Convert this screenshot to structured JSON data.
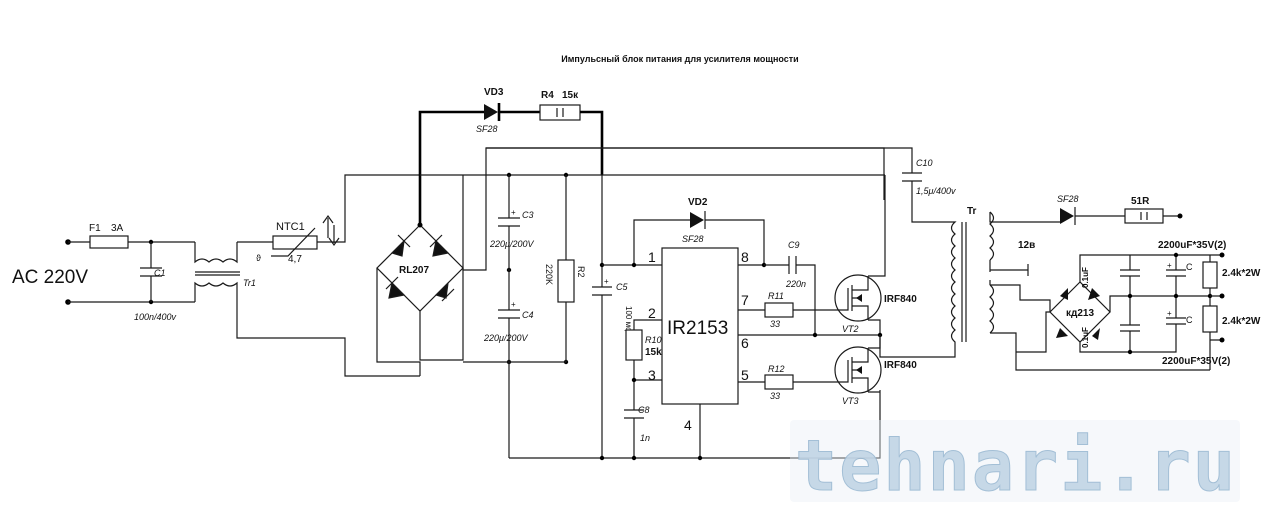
{
  "title": "Импульсный блок питания для усилителя мощности",
  "watermark": "tehnari.ru",
  "input": {
    "label": "AC 220V"
  },
  "fuse": {
    "name": "F1",
    "value": "3A"
  },
  "c1": {
    "name": "C1",
    "value": "100n/400v"
  },
  "tr1": {
    "name": "Tr1"
  },
  "ntc": {
    "name": "NTC1",
    "value": "4,7",
    "sym": "ϑ"
  },
  "bridge": {
    "name": "RL207"
  },
  "vd3": {
    "name": "VD3",
    "value": "SF28"
  },
  "r4": {
    "name": "R4",
    "value": "15к"
  },
  "c3": {
    "name": "C3",
    "value": "220μ/200V"
  },
  "c4": {
    "name": "C4",
    "value": "220μ/200V"
  },
  "r2": {
    "name": "R2",
    "value": "220K"
  },
  "c5": {
    "name": "C5",
    "value": "100 мф 16в"
  },
  "vd2": {
    "name": "VD2",
    "value": "SF28"
  },
  "c9": {
    "name": "C9",
    "value": "220n"
  },
  "ic": {
    "name": "IR2153",
    "pins": [
      "1",
      "8",
      "7",
      "6",
      "2",
      "3",
      "5",
      "4"
    ]
  },
  "r10": {
    "name": "R10",
    "value": "15k"
  },
  "c8": {
    "name": "C8",
    "value": "1n"
  },
  "r11": {
    "name": "R11",
    "value": "33"
  },
  "r12": {
    "name": "R12",
    "value": "33"
  },
  "vt2": {
    "name": "VT2",
    "part": "IRF840"
  },
  "vt3": {
    "name": "VT3",
    "part": "IRF840"
  },
  "c10": {
    "name": "C10",
    "value": "1,5μ/400v"
  },
  "tr": {
    "name": "Tr",
    "tap": "12в"
  },
  "out_diode": {
    "value": "SF28"
  },
  "r51": {
    "value": "51R"
  },
  "out_bridge": {
    "name": "кд213"
  },
  "caps_out": {
    "big_top": "2200uF*35V(2)",
    "big_bottom": "2200uF*35V(2)",
    "small_top": "0.1uF",
    "small_bottom": "0.1uF",
    "c_label": "C",
    "res": "2.4k*2W"
  }
}
